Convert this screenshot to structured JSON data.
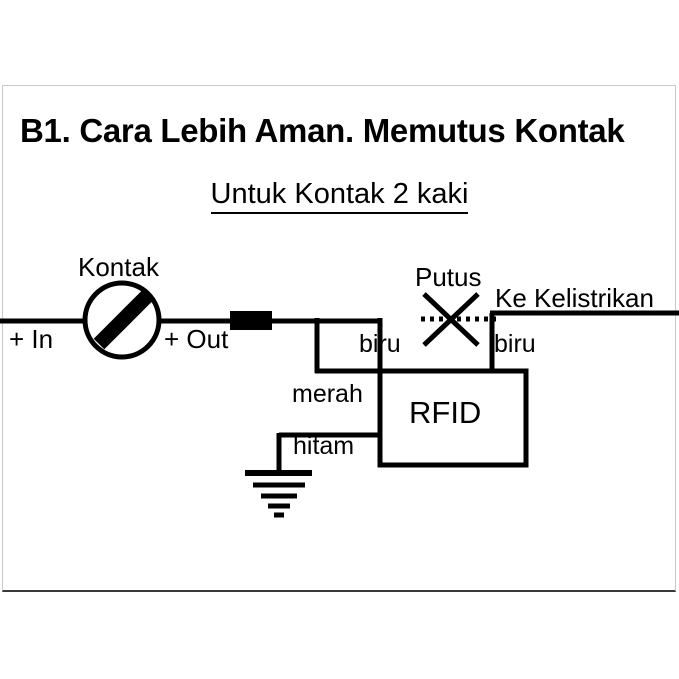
{
  "document": {
    "title": "B1. Cara Lebih Aman. Memutus Kontak",
    "subtitle": "Untuk Kontak 2 kaki"
  },
  "diagram": {
    "type": "wiring-schematic",
    "components": {
      "ignition_switch": {
        "label": "Kontak",
        "symbol": "circle-with-diagonal-switch-bar"
      },
      "input_terminal": {
        "label": "+ In"
      },
      "output_terminal": {
        "label": "+ Out"
      },
      "connector_block": {
        "label": "",
        "symbol": "solid-black-rectangle"
      },
      "rfid_module": {
        "label": "RFID"
      },
      "ground": {
        "symbol": "earth-ground-5-bars"
      },
      "cut_point": {
        "label": "Putus",
        "symbol": "x-cross-over-dotted-wire"
      },
      "electrical_system": {
        "label": "Ke Kelistrikan"
      }
    },
    "wires": [
      {
        "name": "wire-blue-left",
        "label": "biru"
      },
      {
        "name": "wire-blue-right",
        "label": "biru"
      },
      {
        "name": "wire-red",
        "label": "merah"
      },
      {
        "name": "wire-black",
        "label": "hitam"
      }
    ]
  },
  "colors": {
    "ink": "#000000",
    "frame": "#c9c9c9",
    "frame_bottom": "#3a3a3a",
    "background": "#ffffff"
  }
}
